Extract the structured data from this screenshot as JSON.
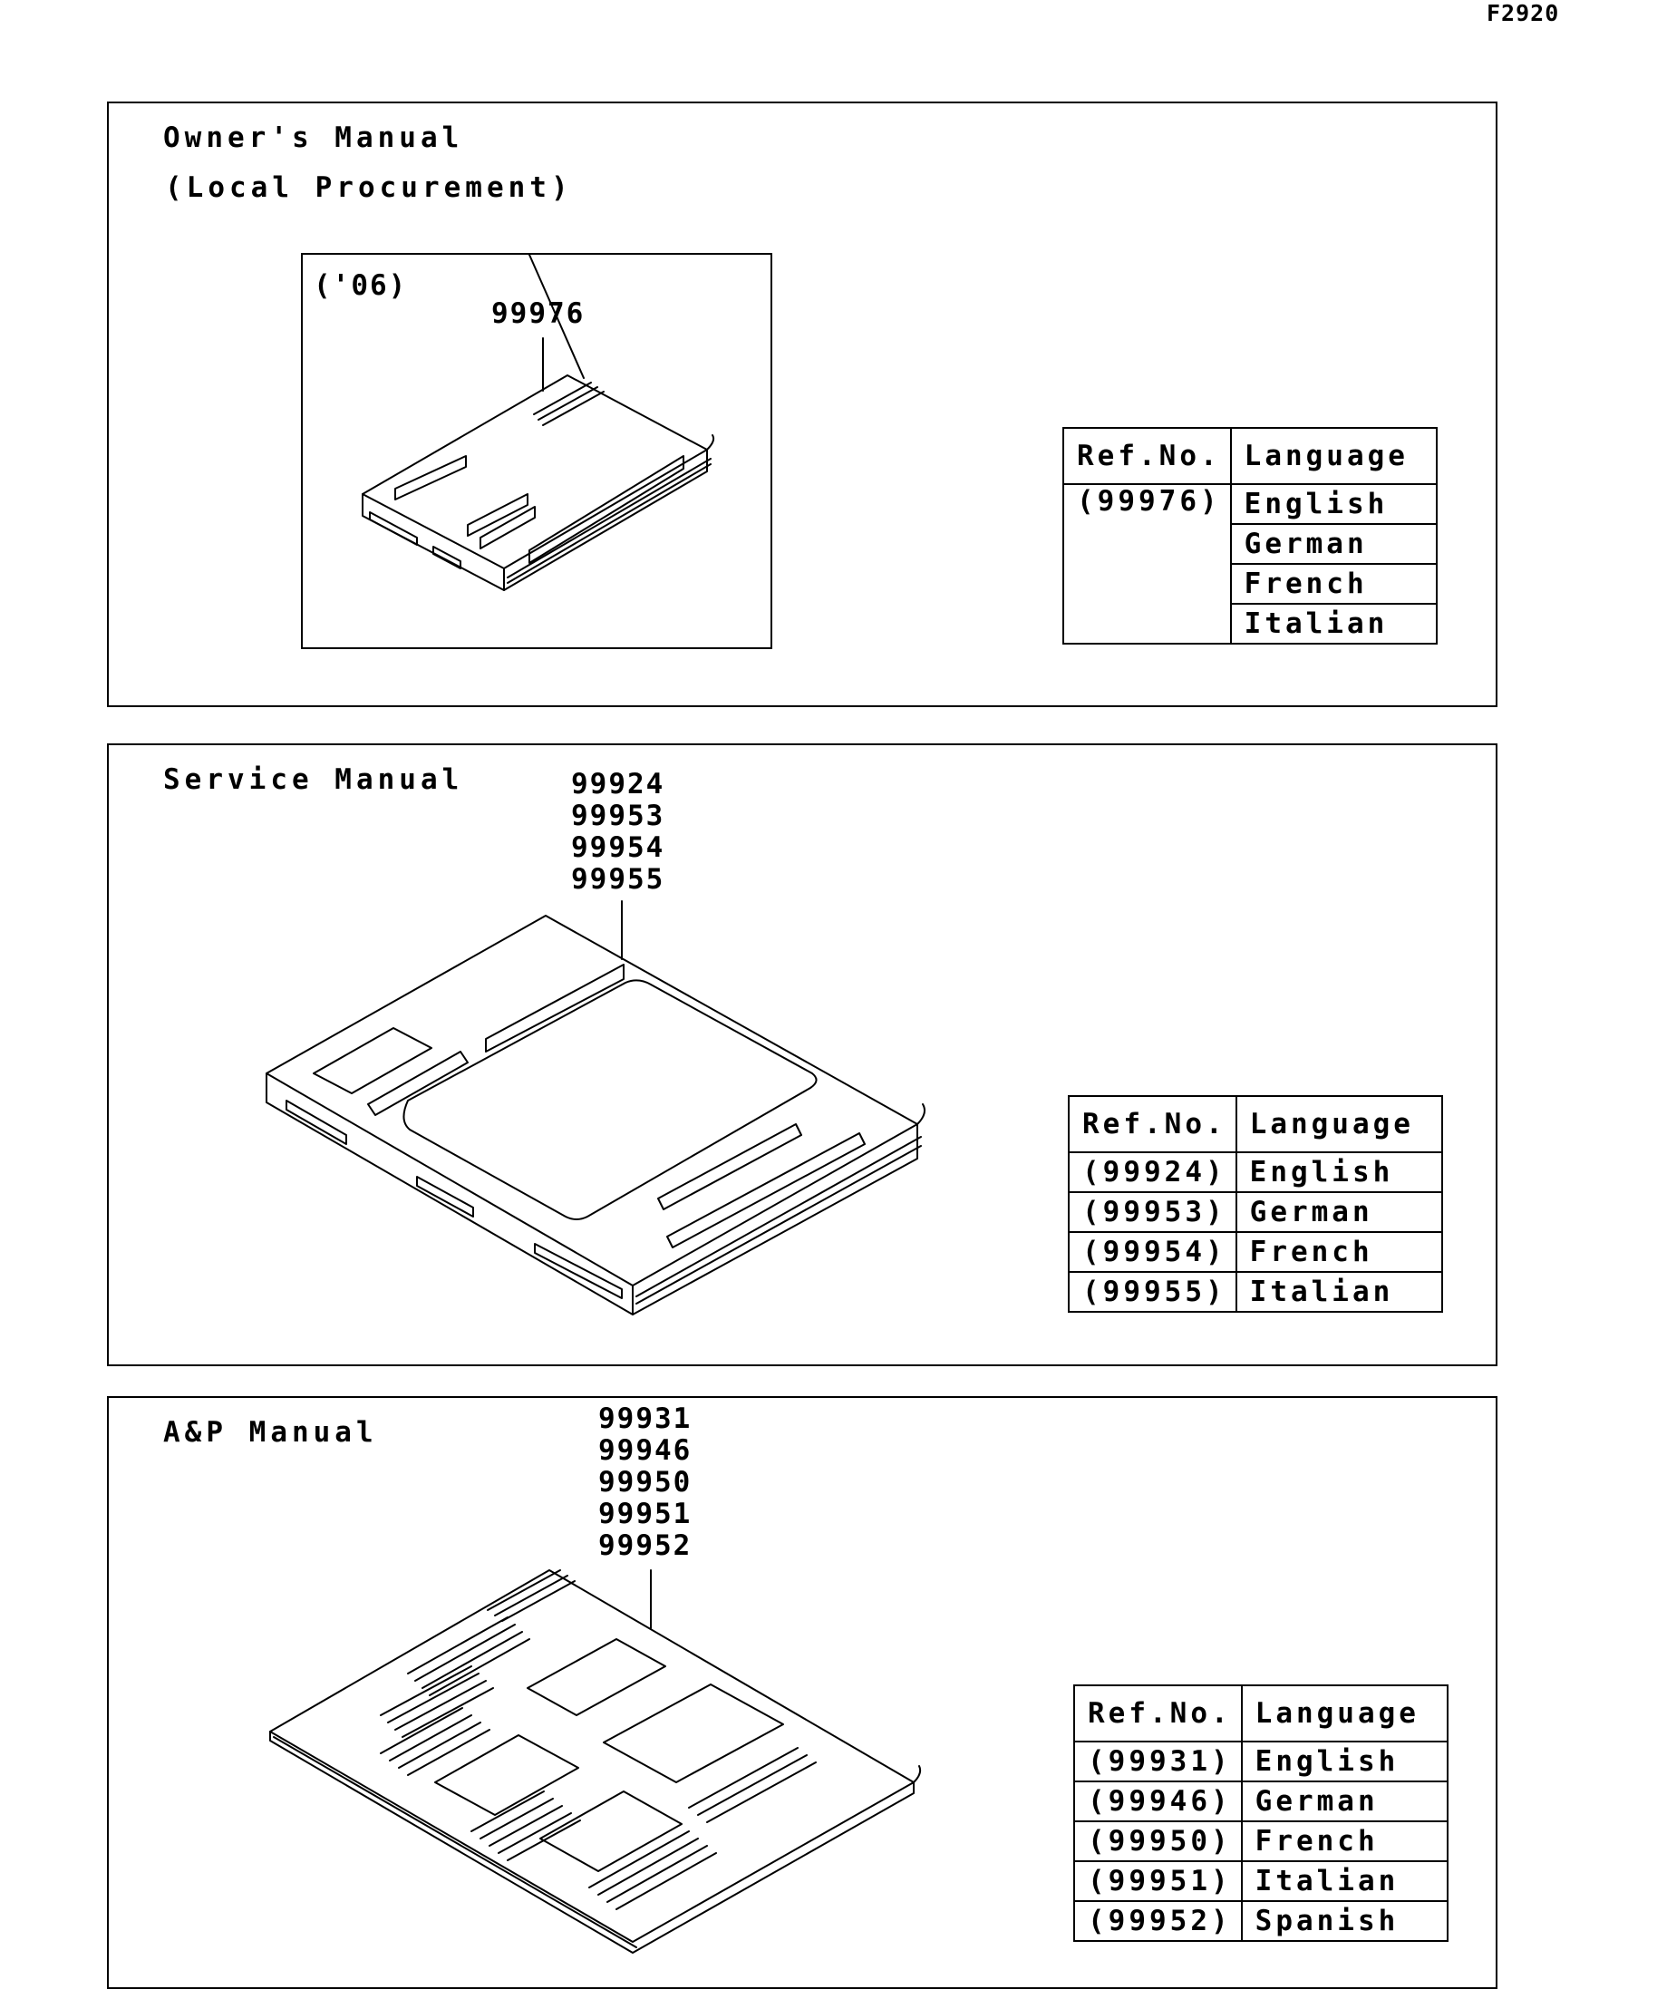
{
  "figure_code": "F2920",
  "sections": [
    {
      "title_lines": [
        "Owner's Manual",
        "(Local Procurement)"
      ],
      "year_note": "('06)",
      "part_numbers": [
        "99976"
      ],
      "table": {
        "headers": [
          "Ref.No.",
          "Language"
        ],
        "ref_merged": "(99976)",
        "languages": [
          "English",
          "German",
          "French",
          "Italian"
        ]
      }
    },
    {
      "title_lines": [
        "Service Manual"
      ],
      "part_numbers": [
        "99924",
        "99953",
        "99954",
        "99955"
      ],
      "table": {
        "headers": [
          "Ref.No.",
          "Language"
        ],
        "rows": [
          {
            "ref": "(99924)",
            "language": "English"
          },
          {
            "ref": "(99953)",
            "language": "German"
          },
          {
            "ref": "(99954)",
            "language": "French"
          },
          {
            "ref": "(99955)",
            "language": "Italian"
          }
        ]
      }
    },
    {
      "title_lines": [
        "A&P Manual"
      ],
      "part_numbers": [
        "99931",
        "99946",
        "99950",
        "99951",
        "99952"
      ],
      "table": {
        "headers": [
          "Ref.No.",
          "Language"
        ],
        "rows": [
          {
            "ref": "(99931)",
            "language": "English"
          },
          {
            "ref": "(99946)",
            "language": "German"
          },
          {
            "ref": "(99950)",
            "language": "French"
          },
          {
            "ref": "(99951)",
            "language": "Italian"
          },
          {
            "ref": "(99952)",
            "language": "Spanish"
          }
        ]
      }
    }
  ]
}
